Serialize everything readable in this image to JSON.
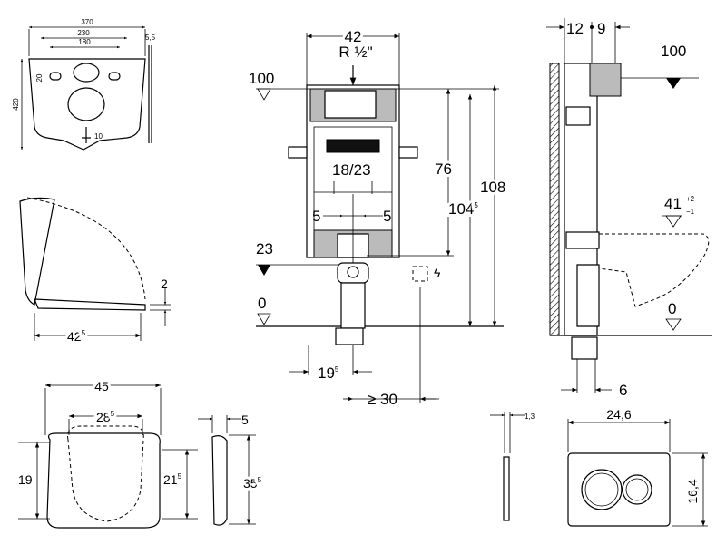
{
  "plate": {
    "w": "370",
    "inner1": "230",
    "inner2": "180",
    "t": "5,5",
    "h": "420",
    "d": "20",
    "r": "10"
  },
  "seat": {
    "h": "2",
    "w": "42",
    "w_sup": "5"
  },
  "lid_front": {
    "w": "45",
    "inner": "28",
    "inner_sup": "5",
    "left": "19",
    "right": "21",
    "right_sup": "5"
  },
  "lid_side": {
    "t": "5",
    "h": "35",
    "h_sup": "5"
  },
  "frame_front": {
    "width": "42",
    "thread": "R ½\"",
    "level_100": "100",
    "center": "18/23",
    "offset_l": "5",
    "offset_r": "5",
    "level_23": "23",
    "level_0": "0",
    "h_76": "76",
    "h_104": "104",
    "h_104_sup": "5",
    "h_108": "108",
    "drain": "19",
    "drain_sup": "5",
    "min_dist": "≥ 30"
  },
  "frame_side": {
    "d12": "12",
    "d9": "9",
    "level_100": "100",
    "level_41": "41",
    "tol_plus": "+2",
    "tol_minus": "−1",
    "level_0": "0",
    "d6": "6"
  },
  "plate_side": {
    "t": "1,3"
  },
  "flush_plate": {
    "w": "24,6",
    "h": "16,4"
  }
}
